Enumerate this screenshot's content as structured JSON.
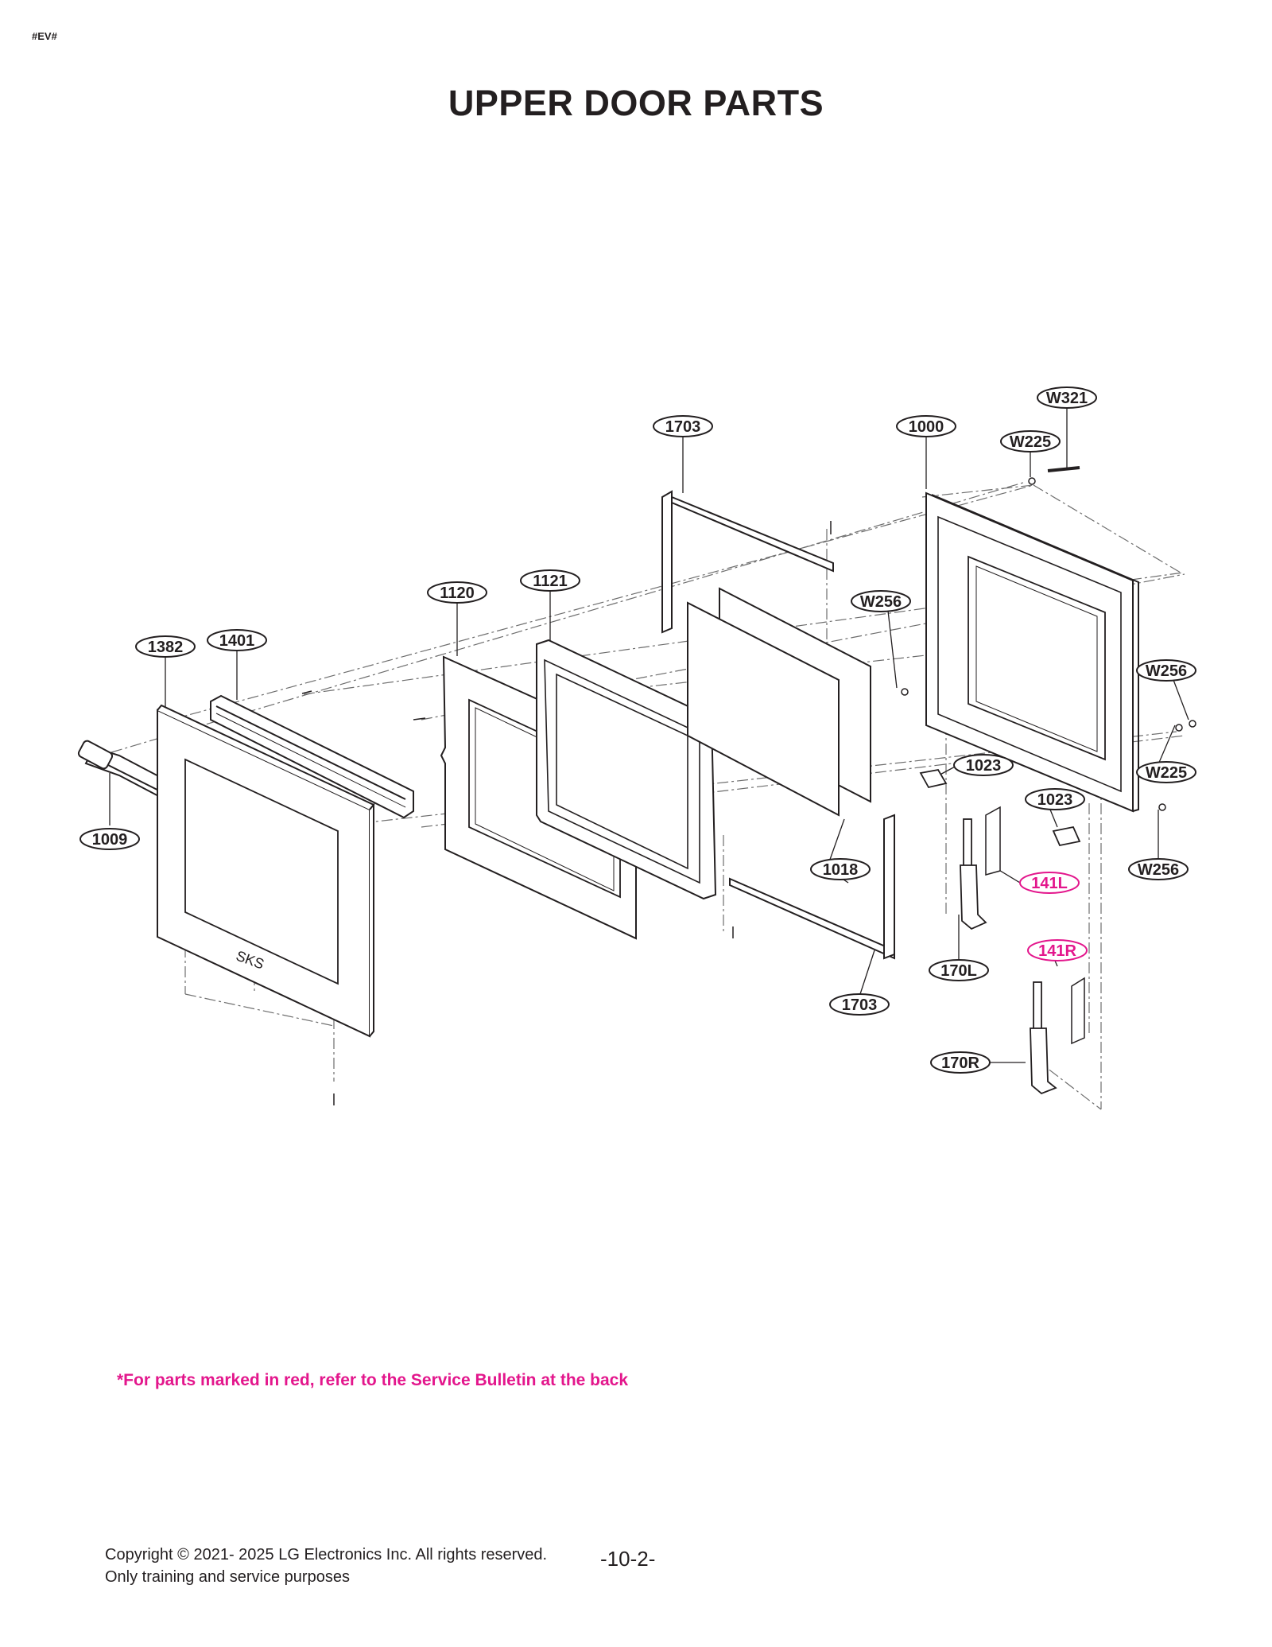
{
  "page": {
    "code": "#EV#",
    "title": "UPPER DOOR PARTS",
    "note": "*For parts marked in red, refer to the Service Bulletin at the back",
    "copyright": "Copyright © 2021- 2025 LG Electronics Inc. All rights reserved.",
    "usage": "Only training and service purposes",
    "page_number": "-10-2-"
  },
  "colors": {
    "ink": "#231f20",
    "highlight": "#e3168c",
    "dash": "#6d6d6d"
  },
  "product_mark": "SKS",
  "callouts": [
    {
      "id": "W321",
      "label": "W321",
      "highlight": false
    },
    {
      "id": "1703-top",
      "label": "1703",
      "highlight": false
    },
    {
      "id": "1000",
      "label": "1000",
      "highlight": false
    },
    {
      "id": "W225-top",
      "label": "W225",
      "highlight": false
    },
    {
      "id": "1121",
      "label": "1121",
      "highlight": false
    },
    {
      "id": "1120",
      "label": "1120",
      "highlight": false
    },
    {
      "id": "W256-mid",
      "label": "W256",
      "highlight": false
    },
    {
      "id": "1382",
      "label": "1382",
      "highlight": false
    },
    {
      "id": "1401",
      "label": "1401",
      "highlight": false
    },
    {
      "id": "W256-right",
      "label": "W256",
      "highlight": false
    },
    {
      "id": "1023-a",
      "label": "1023",
      "highlight": false
    },
    {
      "id": "W225-right",
      "label": "W225",
      "highlight": false
    },
    {
      "id": "1023-b",
      "label": "1023",
      "highlight": false
    },
    {
      "id": "1009",
      "label": "1009",
      "highlight": false
    },
    {
      "id": "1018",
      "label": "1018",
      "highlight": false
    },
    {
      "id": "141L",
      "label": "141L",
      "highlight": true
    },
    {
      "id": "W256-bottom",
      "label": "W256",
      "highlight": false
    },
    {
      "id": "141R",
      "label": "141R",
      "highlight": true
    },
    {
      "id": "170L",
      "label": "170L",
      "highlight": false
    },
    {
      "id": "1703-bottom",
      "label": "1703",
      "highlight": false
    },
    {
      "id": "170R",
      "label": "170R",
      "highlight": false
    }
  ]
}
